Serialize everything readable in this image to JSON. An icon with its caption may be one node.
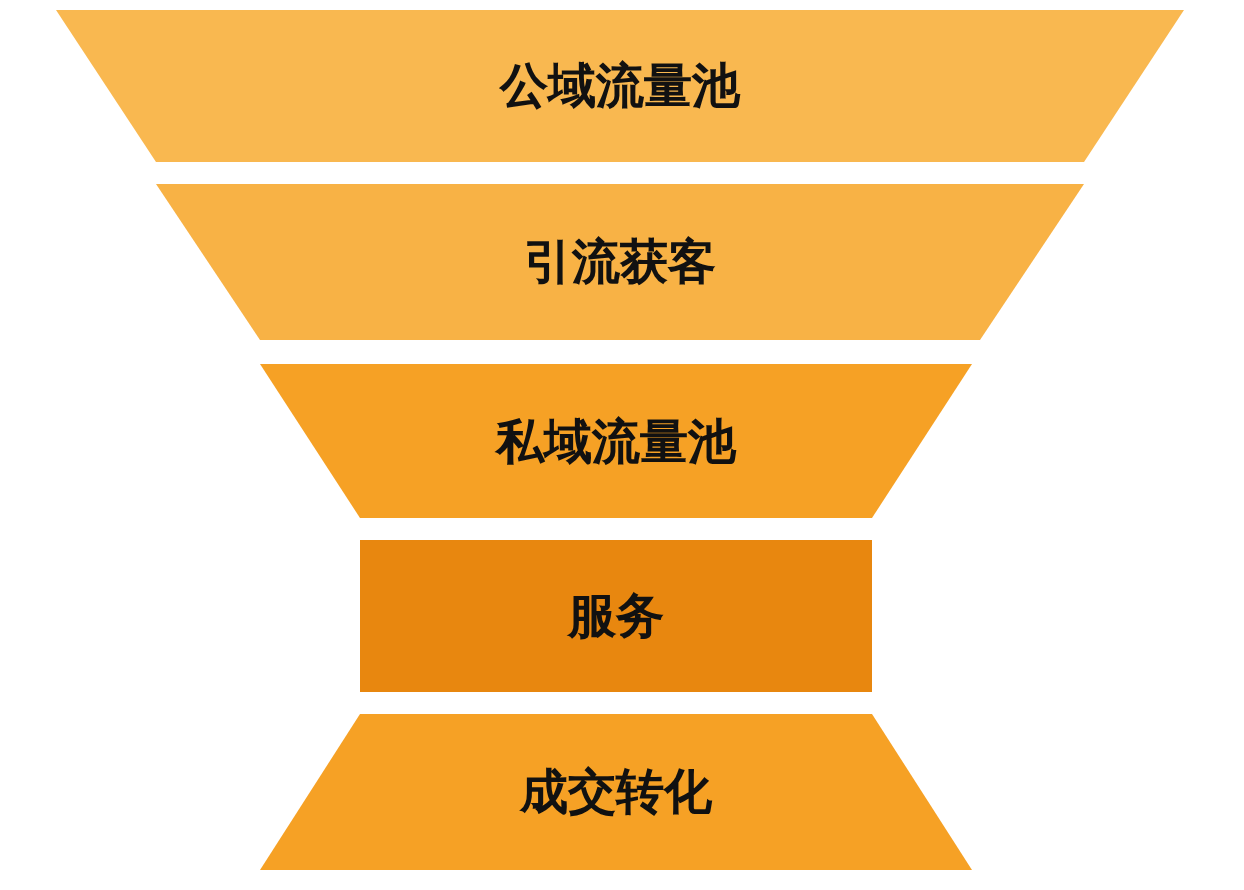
{
  "diagram": {
    "nodes": [
      {
        "text": [
          "公域流量池"
        ]
      },
      {
        "text": [
          "引流获客"
        ]
      },
      {
        "text": [
          "私域流量池"
        ]
      },
      {
        "text": [
          "服务"
        ]
      },
      {
        "text": [
          "成交转化"
        ]
      }
    ]
  }
}
